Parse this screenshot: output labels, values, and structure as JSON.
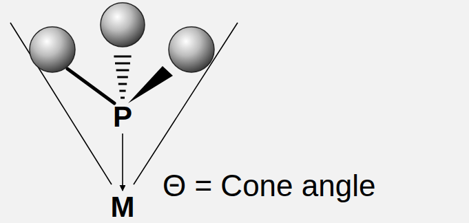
{
  "diagram": {
    "nodes": [
      {
        "text": [
          "P"
        ]
      },
      {
        "text": [
          "M"
        ]
      }
    ],
    "edges": [
      {
        "from": 0,
        "to": 1,
        "arrow": "to"
      }
    ],
    "labels": [
      "Θ = Cone angle"
    ]
  }
}
